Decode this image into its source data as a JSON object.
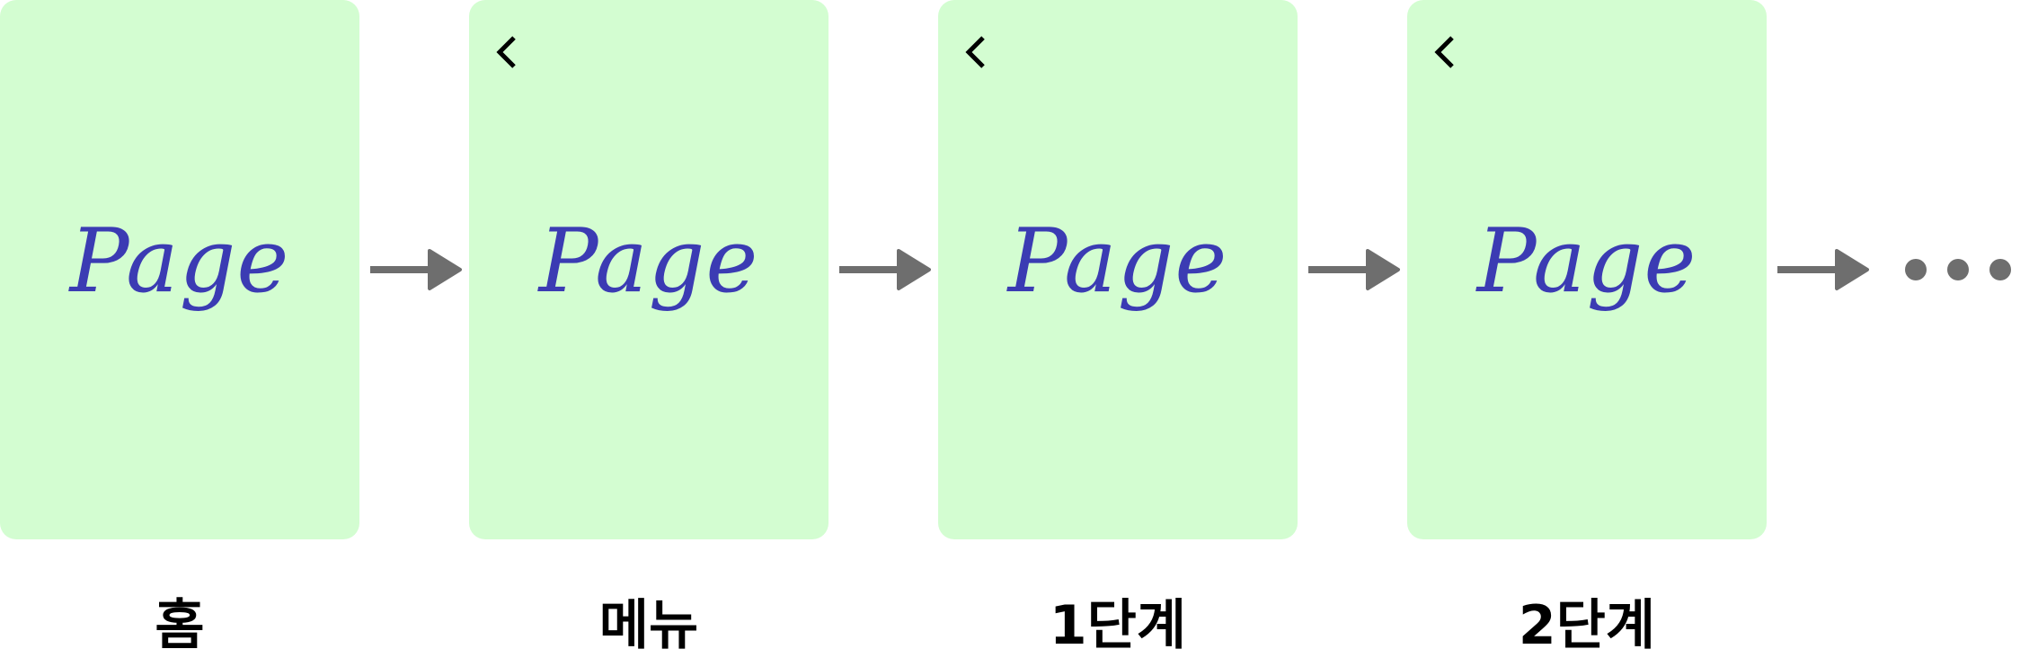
{
  "diagram": {
    "card_color": "#d3fdd1",
    "page_text_color": "#3b3bb3",
    "arrow_color": "#6e6e6e",
    "cards": [
      {
        "page_text": "Page",
        "label": "홈",
        "back_icon": false
      },
      {
        "page_text": "Page",
        "label": "메뉴",
        "back_icon": true
      },
      {
        "page_text": "Page",
        "label": "1단계",
        "back_icon": true
      },
      {
        "page_text": "Page",
        "label": "2단계",
        "back_icon": true
      }
    ],
    "icons": {
      "back": "chevron-left-icon",
      "arrow": "arrow-right-icon",
      "more": "ellipsis-icon"
    }
  }
}
